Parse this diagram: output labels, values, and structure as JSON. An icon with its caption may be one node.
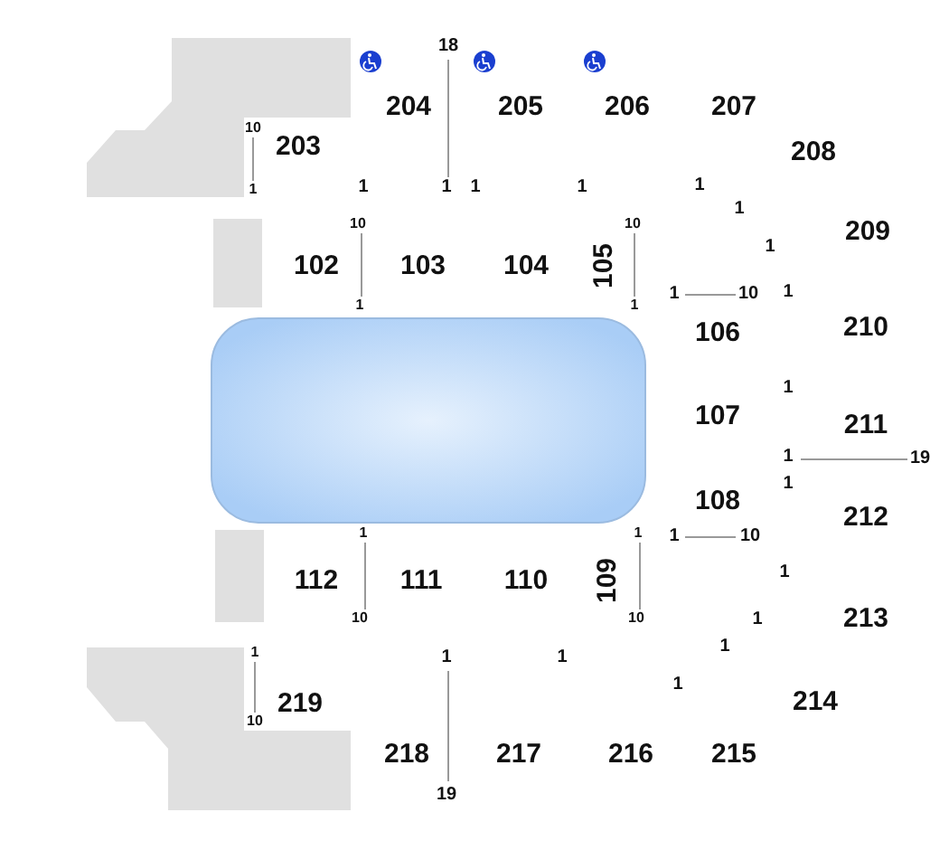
{
  "diagram": {
    "nodes": [
      {
        "text": [],
        "shape": "box"
      }
    ],
    "labels": [
      "18",
      "204",
      "205",
      "206",
      "207",
      "10",
      "203",
      "208",
      "1",
      "1",
      "1",
      "1",
      "1",
      "1",
      "1",
      "10",
      "10",
      "209",
      "1",
      "102",
      "103",
      "104",
      "105",
      "1",
      "1",
      "1",
      "10",
      "1",
      "106",
      "210",
      "1",
      "107",
      "211",
      "1",
      "19",
      "1",
      "108",
      "212",
      "1",
      "1",
      "1",
      "10",
      "1",
      "112",
      "111",
      "110",
      "109",
      "10",
      "10",
      "1",
      "213",
      "1",
      "1",
      "1",
      "1",
      "1",
      "219",
      "10",
      "214",
      "218",
      "217",
      "216",
      "215",
      "19"
    ]
  }
}
